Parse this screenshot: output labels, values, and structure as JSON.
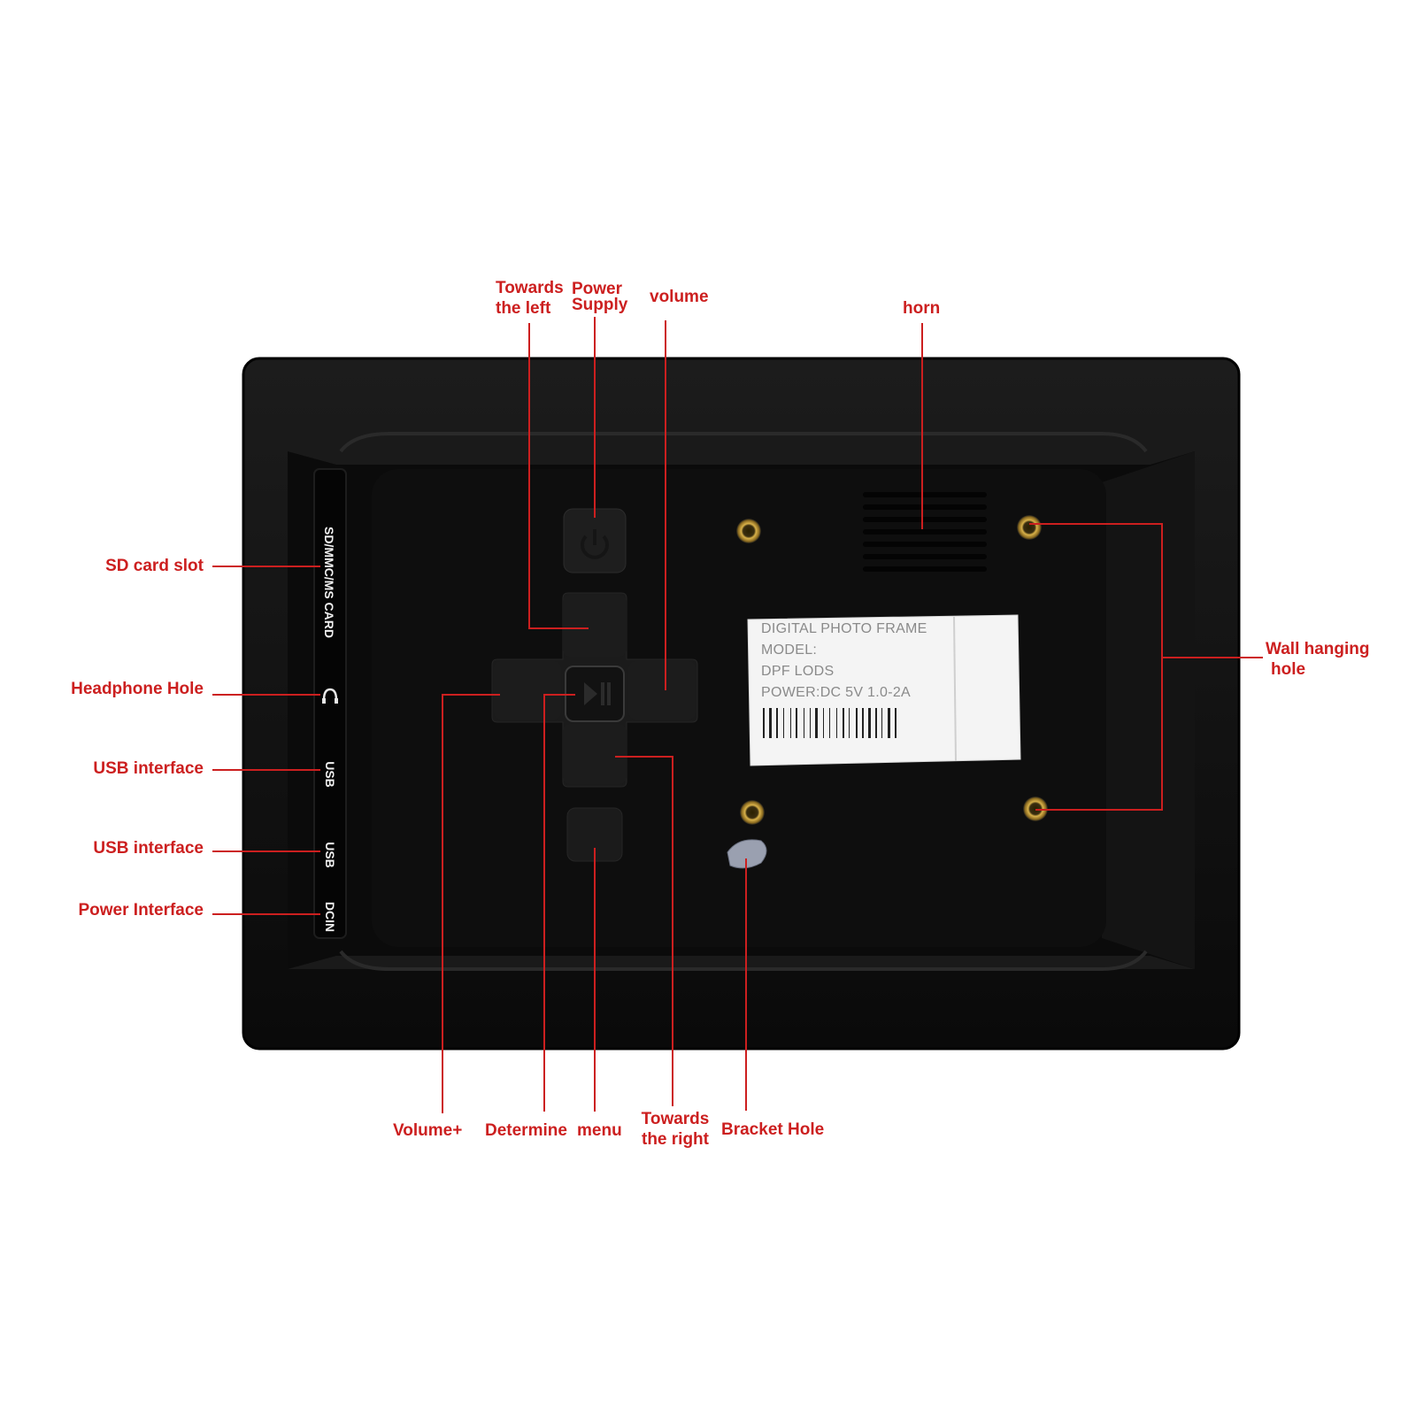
{
  "device": {
    "side_labels": {
      "card": "SD/MMC/MS CARD",
      "usb1": "USB",
      "usb2": "USB",
      "dcin": "DCIN"
    },
    "sticker": {
      "line1": "DIGITAL PHOTO FRAME",
      "line2": "MODEL:",
      "line3": "DPF LODS",
      "line4": "POWER:DC  5V  1.0-2A"
    }
  },
  "callouts": {
    "sd_card_slot": "SD card slot",
    "headphone_hole": "Headphone Hole",
    "usb_interface_1": "USB interface",
    "usb_interface_2": "USB interface",
    "power_interface": "Power Interface",
    "towards_left_1": "Towards",
    "towards_left_2": "the left",
    "power_supply_1": "Power",
    "power_supply_2": "Supply",
    "volume": "volume",
    "horn": "horn",
    "wall_hanging_1": "Wall hanging",
    "wall_hanging_2": "hole",
    "volume_plus": "Volume+",
    "determine": "Determine",
    "menu": "menu",
    "towards_right_1": "Towards",
    "towards_right_2": "the right",
    "bracket_hole": "Bracket Hole"
  },
  "colors": {
    "callout": "#cc1f1f",
    "device_body": "#0d0d0d",
    "background": "#ffffff"
  }
}
